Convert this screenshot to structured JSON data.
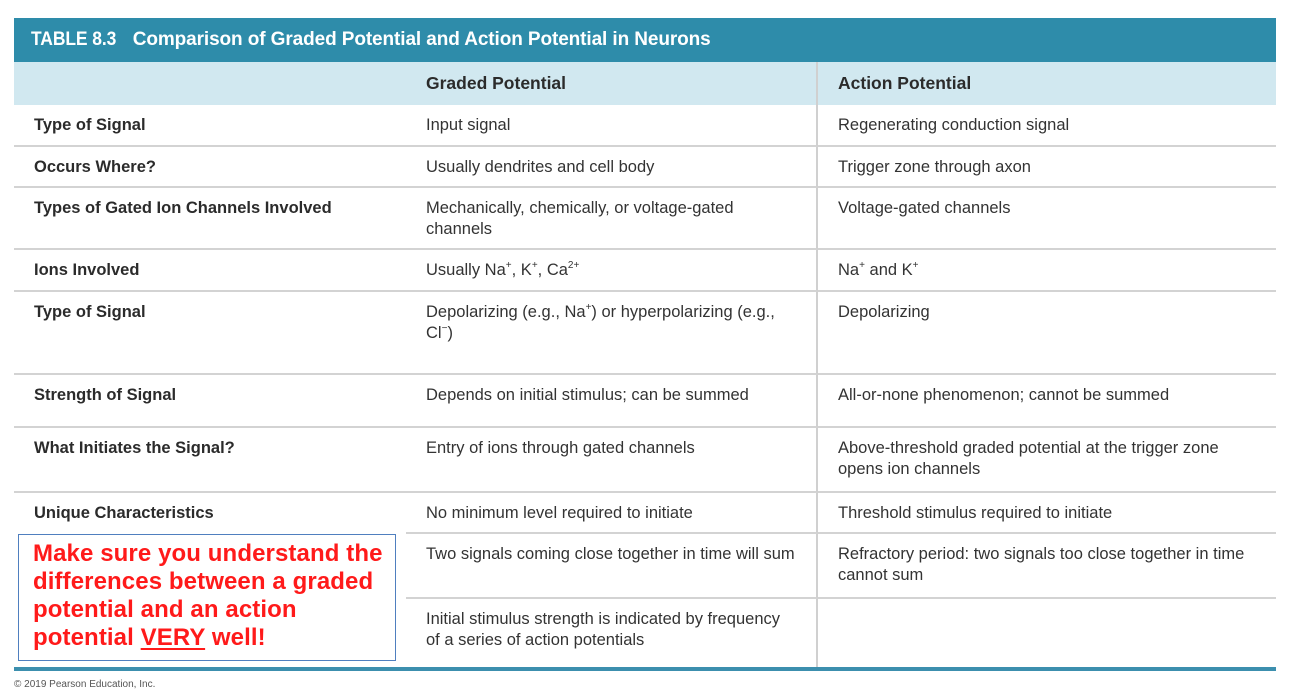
{
  "table": {
    "number": "TABLE 8.3",
    "title": "Comparison of Graded Potential and Action Potential in Neurons",
    "colors": {
      "title_bar": "#2e8caa",
      "header_row": "#d1e8f0",
      "bottom_rule": "#3c8fae"
    },
    "columns": [
      "",
      "Graded Potential",
      "Action Potential"
    ],
    "rows": [
      {
        "label": "Type of Signal",
        "graded": "Input signal",
        "action": "Regenerating conduction signal"
      },
      {
        "label": "Occurs Where?",
        "graded": "Usually dendrites and cell body",
        "action": "Trigger zone through axon"
      },
      {
        "label": "Types of Gated Ion Channels Involved",
        "graded": "Mechanically, chemically, or voltage-gated channels",
        "action": "Voltage-gated channels"
      },
      {
        "label": "Ions Involved",
        "graded": "Usually Na+, K+, Ca2+",
        "action": "Na+ and K+"
      },
      {
        "label": "Type of Signal",
        "graded": "Depolarizing (e.g., Na+) or hyperpolarizing (e.g., Cl−)",
        "action": "Depolarizing"
      },
      {
        "label": "Strength of Signal",
        "graded": "Depends on initial stimulus; can be summed",
        "action": "All-or-none phenomenon; cannot be summed"
      },
      {
        "label": "What Initiates the Signal?",
        "graded": "Entry of ions through gated channels",
        "action": "Above-threshold graded potential at the trigger zone opens ion channels"
      },
      {
        "label": "Unique Characteristics",
        "graded": "No minimum level required to initiate",
        "action": "Threshold stimulus required to initiate"
      },
      {
        "label": "",
        "graded": "Two signals coming close together in time will sum",
        "action": "Refractory period: two signals too close together in time cannot sum"
      },
      {
        "label": "",
        "graded": "Initial stimulus strength is indicated by frequency of a series of action potentials",
        "action": ""
      }
    ],
    "ions": {
      "graded_prefix": "Usually Na",
      "graded_k": ", K",
      "graded_ca": ", Ca",
      "plus": "+",
      "two_plus": "2+",
      "action_na": "Na",
      "action_and_k": " and K",
      "dep_prefix": "Depolarizing (e.g., Na",
      "dep_mid": ") or hyperpolarizing (e.g., Cl",
      "minus": "−",
      "dep_end": ")"
    }
  },
  "note": {
    "line_before": "Make sure you understand the differences between a graded potential and an action potential ",
    "emphasis": "VERY",
    "line_after": " well!",
    "color": "#ff1a1a"
  },
  "footer": {
    "copyright": "© 2019 Pearson Education, Inc."
  }
}
